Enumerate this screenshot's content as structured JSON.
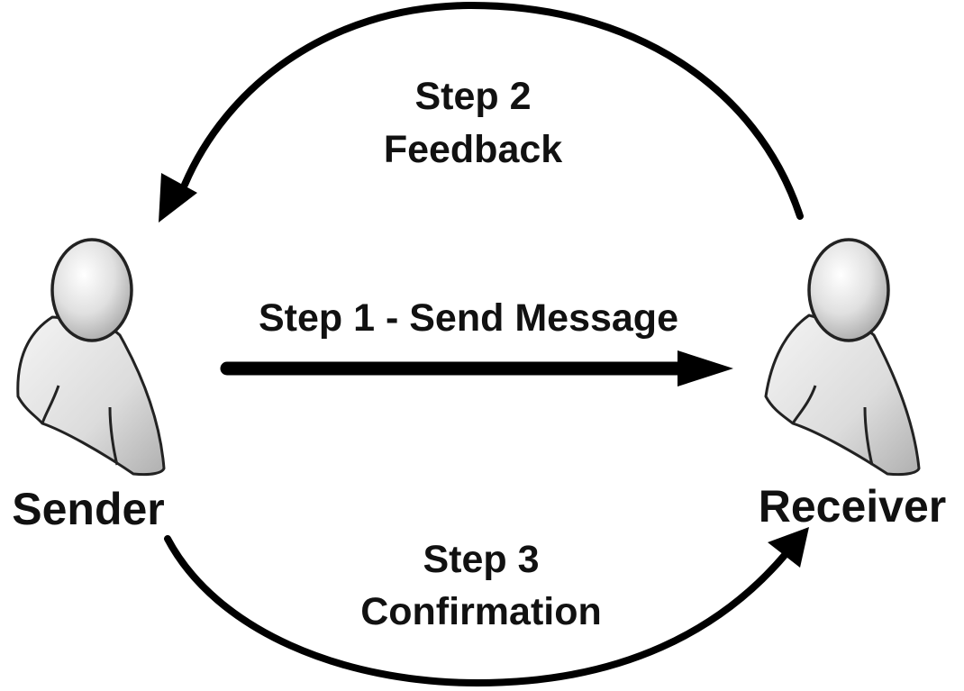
{
  "diagram": {
    "actors": [
      {
        "id": "sender",
        "name": "Sender"
      },
      {
        "id": "receiver",
        "name": "Receiver"
      }
    ],
    "steps": [
      {
        "id": "step-1",
        "label": "Step 1 - Send Message",
        "from": "sender",
        "to": "receiver"
      },
      {
        "id": "step-2",
        "title": "Step 2",
        "subtitle": "Feedback",
        "from": "receiver",
        "to": "sender"
      },
      {
        "id": "step-3",
        "title": "Step 3",
        "subtitle": "Confirmation",
        "from": "sender",
        "to": "receiver"
      }
    ]
  },
  "colors": {
    "arrow": "#000000",
    "figure_fill_light": "#f6f6f6",
    "figure_fill_dark": "#bdbdbd",
    "figure_stroke": "#222222",
    "text": "#111111"
  }
}
